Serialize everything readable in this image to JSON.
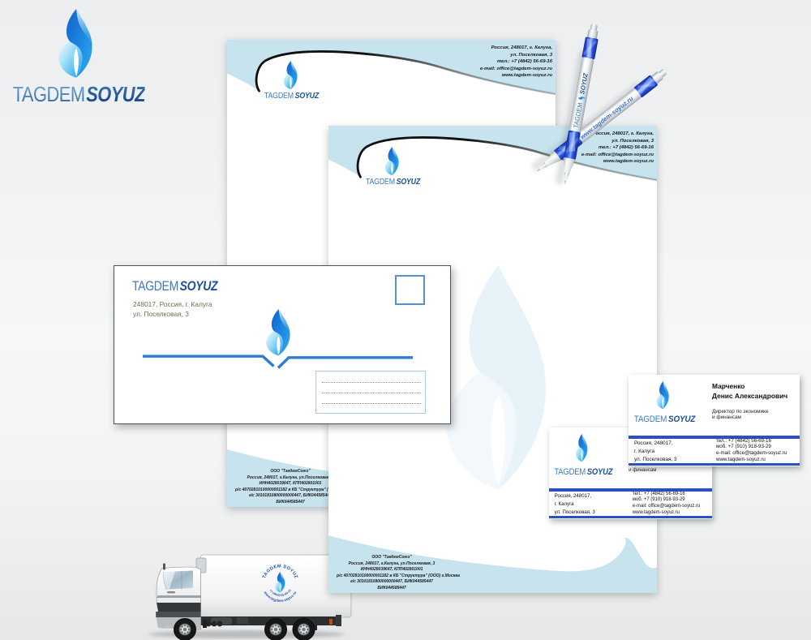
{
  "brand": {
    "name_part1": "TAGDEM",
    "name_part2": "SOYUZ"
  },
  "colors": {
    "band_blue": "#c7e3ee",
    "flame_dark_blue": "#1873d2",
    "flame_light_blue": "#2fb1f0",
    "wordmark_light": "#3c7bbe",
    "wordmark_dark": "#1e4f9e",
    "card_rule_blue": "#2a50c5",
    "envelope_line_blue": "#2e7ad8",
    "envelope_text_olive": "#6e6b50",
    "pen_blue": "#2e5be8"
  },
  "letterhead": {
    "contact_lines": [
      "Россия, 248017, г. Калуга,",
      "ул. Поселковая, 3",
      "тел.: +7 (4842) 56-69-16",
      "e-mail: office@tagdem-soyuz.ru",
      "www.tagdem-soyuz.ru"
    ],
    "requisites_lines": [
      "ООО \"ТагдемСоюз\"",
      "Россия, 248017, г.Калуга, ул.Поселковая, 3",
      "ИНН4028039647, КПП402801001",
      "р/с 40702810100000001182 в КБ \"Структура\" (ООО) г.Москва",
      "к/с 30101810800000000447, БИК044585447",
      "БИК044585447"
    ]
  },
  "envelope": {
    "address_line1": "248017, Россия, г. Калуга",
    "address_line2": "ул. Поселковая, 3"
  },
  "business_card": {
    "name_line1": "Марченко",
    "name_line2": "Денис Александрович",
    "title_line1": "Директор по экономике",
    "title_line2": "и финансам",
    "address_lines": [
      "Россия, 248017,",
      "г. Калуга",
      "ул. Поселковая, 3"
    ],
    "contact_lines": [
      "тел.: +7 (4842) 56-69-16",
      "моб. +7  (910) 918-93-29",
      "e-mail: office@tagdem-soyuz.ru",
      "www.tagdem-soyuz.ru"
    ]
  },
  "pens": {
    "pen1_label_part1": "TAGDEM",
    "pen1_label_part2": "SOYUZ",
    "pen2_label": "www.tagdem-soyuz.ru"
  },
  "truck": {
    "arc_top": "TAGDEM SOYUZ",
    "phone": "+7 (4842) 56-69-16",
    "arc_bottom": "www.tagdem-soyuz.ru"
  }
}
